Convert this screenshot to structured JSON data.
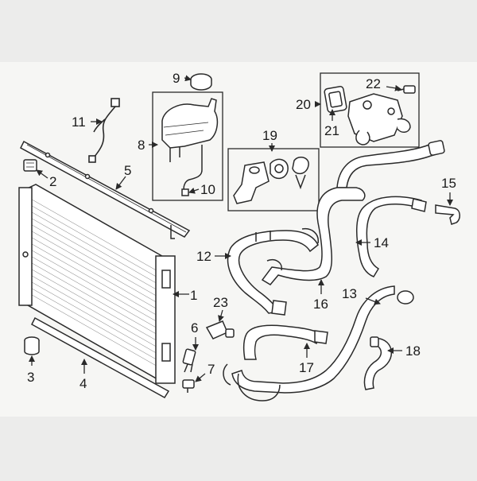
{
  "diagram": {
    "callouts": [
      {
        "id": "c1",
        "text": "1"
      },
      {
        "id": "c2",
        "text": "2"
      },
      {
        "id": "c3",
        "text": "3"
      },
      {
        "id": "c4",
        "text": "4"
      },
      {
        "id": "c5",
        "text": "5"
      },
      {
        "id": "c6",
        "text": "6"
      },
      {
        "id": "c7",
        "text": "7"
      },
      {
        "id": "c8",
        "text": "8"
      },
      {
        "id": "c9",
        "text": "9"
      },
      {
        "id": "c10",
        "text": "10"
      },
      {
        "id": "c11",
        "text": "11"
      },
      {
        "id": "c12",
        "text": "12"
      },
      {
        "id": "c13",
        "text": "13"
      },
      {
        "id": "c14",
        "text": "14"
      },
      {
        "id": "c15",
        "text": "15"
      },
      {
        "id": "c16",
        "text": "16"
      },
      {
        "id": "c17",
        "text": "17"
      },
      {
        "id": "c18",
        "text": "18"
      },
      {
        "id": "c19",
        "text": "19"
      },
      {
        "id": "c20",
        "text": "20"
      },
      {
        "id": "c21",
        "text": "21"
      },
      {
        "id": "c22",
        "text": "22"
      },
      {
        "id": "c23",
        "text": "23"
      }
    ]
  },
  "colors": {
    "background": "#ececeb",
    "sheet": "#f6f6f4",
    "line": "#2a2a2a",
    "part_fill": "#ffffff"
  }
}
